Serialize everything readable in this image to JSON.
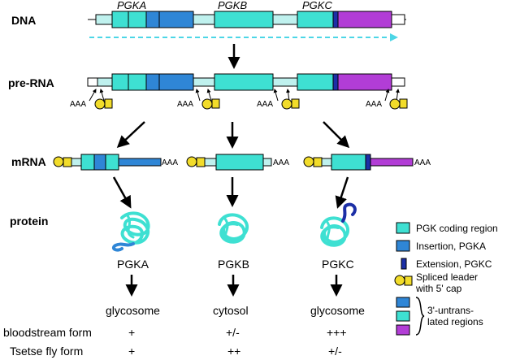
{
  "rows": {
    "dna": "DNA",
    "pre_rna": "pre-RNA",
    "mrna": "mRNA",
    "protein": "protein"
  },
  "genes": [
    "PGKA",
    "PGKB",
    "PGKC"
  ],
  "polyA": "AAA",
  "proteins": [
    "PGKA",
    "PGKB",
    "PGKC"
  ],
  "localizations": [
    "glycosome",
    "cytosol",
    "glycosome"
  ],
  "expression": {
    "bloodstream": {
      "label": "bloodstream form",
      "values": [
        "+",
        "+/-",
        "+++"
      ]
    },
    "tsetse": {
      "label": "Tsetse fly form",
      "values": [
        "+",
        "++",
        "+/-"
      ]
    }
  },
  "legend": {
    "coding": "PGK coding region",
    "insertion": "Insertion, PGKA",
    "extension": "Extension, PGKC",
    "spliced1": "Spliced leader",
    "spliced2": "with 5' cap",
    "utr1": "3'-untrans-",
    "utr2": "lated regions"
  },
  "colors": {
    "coding": "#3ee0d2",
    "light_utr": "#bff1ee",
    "insertion": "#2f86d6",
    "extension": "#1c2fa6",
    "pgkc_utr": "#b23dd6",
    "leader": "#f2dc2a",
    "dashed_arrow": "#4cd6e6"
  }
}
